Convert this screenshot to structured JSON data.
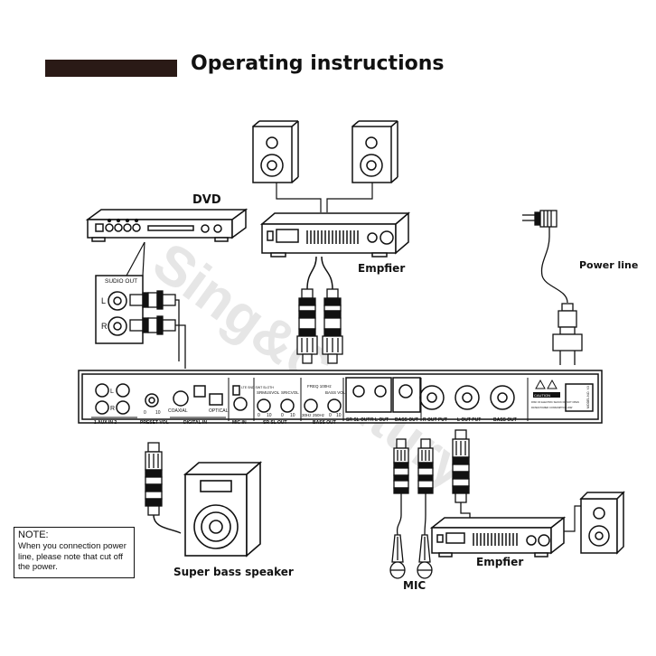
{
  "page": {
    "title": "Operating instructions"
  },
  "labels": {
    "dvd": "DVD",
    "amplifier_top": "Empfier",
    "power_line": "Power line",
    "super_bass": "Super bass speaker",
    "mic": "MIC",
    "amplifier_bottom": "Empfier"
  },
  "note": {
    "heading": "NOTE:",
    "body": "When you connection power line, please note that cut off the power."
  },
  "watermark": "Sing&Century",
  "dvd_panel": {
    "header": "SUDIO OUT",
    "left": "L",
    "right": "R"
  },
  "panel": {
    "aux_l": "L",
    "aux_r": "R",
    "aux_in": "1  AUX  IN  2",
    "preset_vol": "PRESET VOL",
    "preset_scale_min": "0",
    "preset_scale_max": "10",
    "coaxial": "COAXIAL",
    "optical": "OPTICAL",
    "digital_in": "DIGITAL IN",
    "mic_in": "MIC IN",
    "mic_switch": "LTE  SND  SWT  SLOTH",
    "sr_musvol": "SRMUSVOL",
    "sr_micvol": "SRICVOL",
    "vol_min": "0",
    "vol_max": "10",
    "sr_sl_out": "SR SL OUT",
    "freq": "FREQ 100Hz",
    "freq_min": "30Hz",
    "freq_max": "250Hz",
    "bass_vol": "BASS VOL",
    "bass_out": "BASS OUT",
    "sr_sl_out2": "SR SL OUT",
    "r_l_out": "R L OUT",
    "bass_out2": "BASS OUT",
    "r_output": "R OUT PUT",
    "l_output": "L OUT PUT",
    "bass_output": "BASS OUT",
    "caution": "CAUTION",
    "warning_small": "RISK OF ELECTRIC SHOCK DO NOT OPEN",
    "rated_power": "RATED POWER CONSUMPTION 20W",
    "model": "MODEL NO. XX"
  }
}
